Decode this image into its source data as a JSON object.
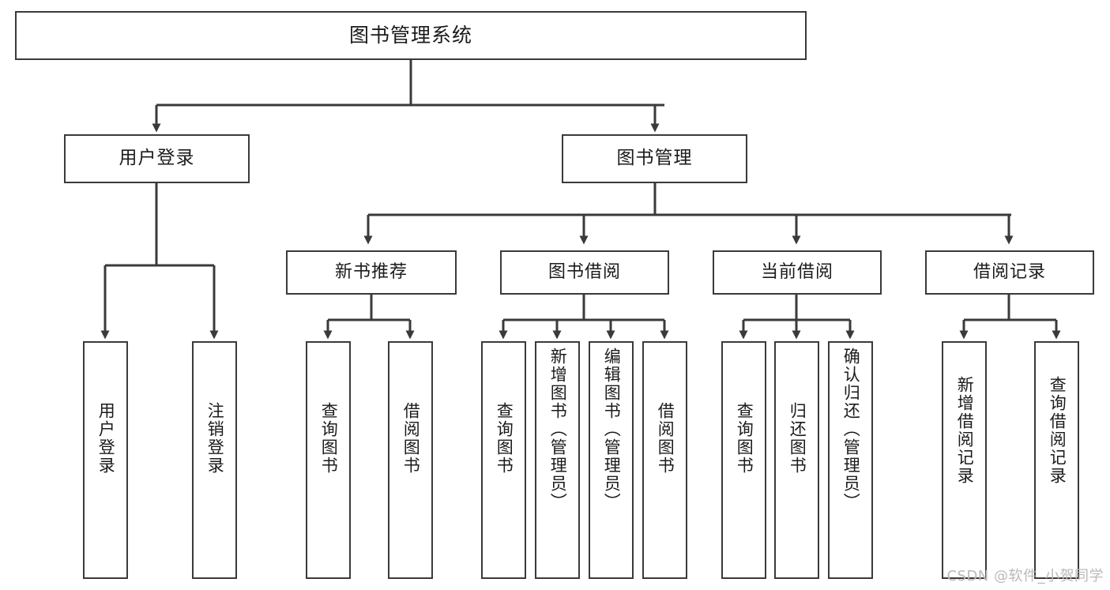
{
  "diagram": {
    "title": "图书管理系统",
    "type": "tree-hierarchy",
    "watermark": "CSDN @软件_小贺同学",
    "colors": {
      "box_border": "#3a3a3a",
      "box_fill": "#ffffff",
      "line": "#3a3a3a",
      "text": "#1b1b1b",
      "watermark": "#b9b9b9",
      "background": "#ffffff"
    }
  },
  "root": {
    "label": "图书管理系统"
  },
  "level2": [
    {
      "id": "user-login",
      "label": "用户登录"
    },
    {
      "id": "book-manage",
      "label": "图书管理"
    }
  ],
  "level3": [
    {
      "id": "new-book-recommend",
      "label": "新书推荐",
      "parent": "book-manage"
    },
    {
      "id": "book-borrow",
      "label": "图书借阅",
      "parent": "book-manage"
    },
    {
      "id": "current-borrow",
      "label": "当前借阅",
      "parent": "book-manage"
    },
    {
      "id": "borrow-record",
      "label": "借阅记录",
      "parent": "book-manage"
    }
  ],
  "leaves": [
    {
      "id": "leaf-user-login",
      "label": "用户登录",
      "parent": "user-login"
    },
    {
      "id": "leaf-logout-login",
      "label": "注销登录",
      "parent": "user-login"
    },
    {
      "id": "leaf-query-book-1",
      "label": "查询图书",
      "parent": "new-book-recommend"
    },
    {
      "id": "leaf-borrow-book-1",
      "label": "借阅图书",
      "parent": "new-book-recommend"
    },
    {
      "id": "leaf-query-book-2",
      "label": "查询图书",
      "parent": "book-borrow"
    },
    {
      "id": "leaf-add-book",
      "label": "新增图书（管理员）",
      "parent": "book-borrow"
    },
    {
      "id": "leaf-edit-book",
      "label": "编辑图书（管理员）",
      "parent": "book-borrow"
    },
    {
      "id": "leaf-borrow-book-2",
      "label": "借阅图书",
      "parent": "book-borrow"
    },
    {
      "id": "leaf-query-book-3",
      "label": "查询图书",
      "parent": "current-borrow"
    },
    {
      "id": "leaf-return-book",
      "label": "归还图书",
      "parent": "current-borrow"
    },
    {
      "id": "leaf-confirm-return",
      "label": "确认归还（管理员）",
      "parent": "current-borrow"
    },
    {
      "id": "leaf-add-record",
      "label": "新增借阅记录",
      "parent": "borrow-record"
    },
    {
      "id": "leaf-query-record",
      "label": "查询借阅记录",
      "parent": "borrow-record"
    }
  ]
}
